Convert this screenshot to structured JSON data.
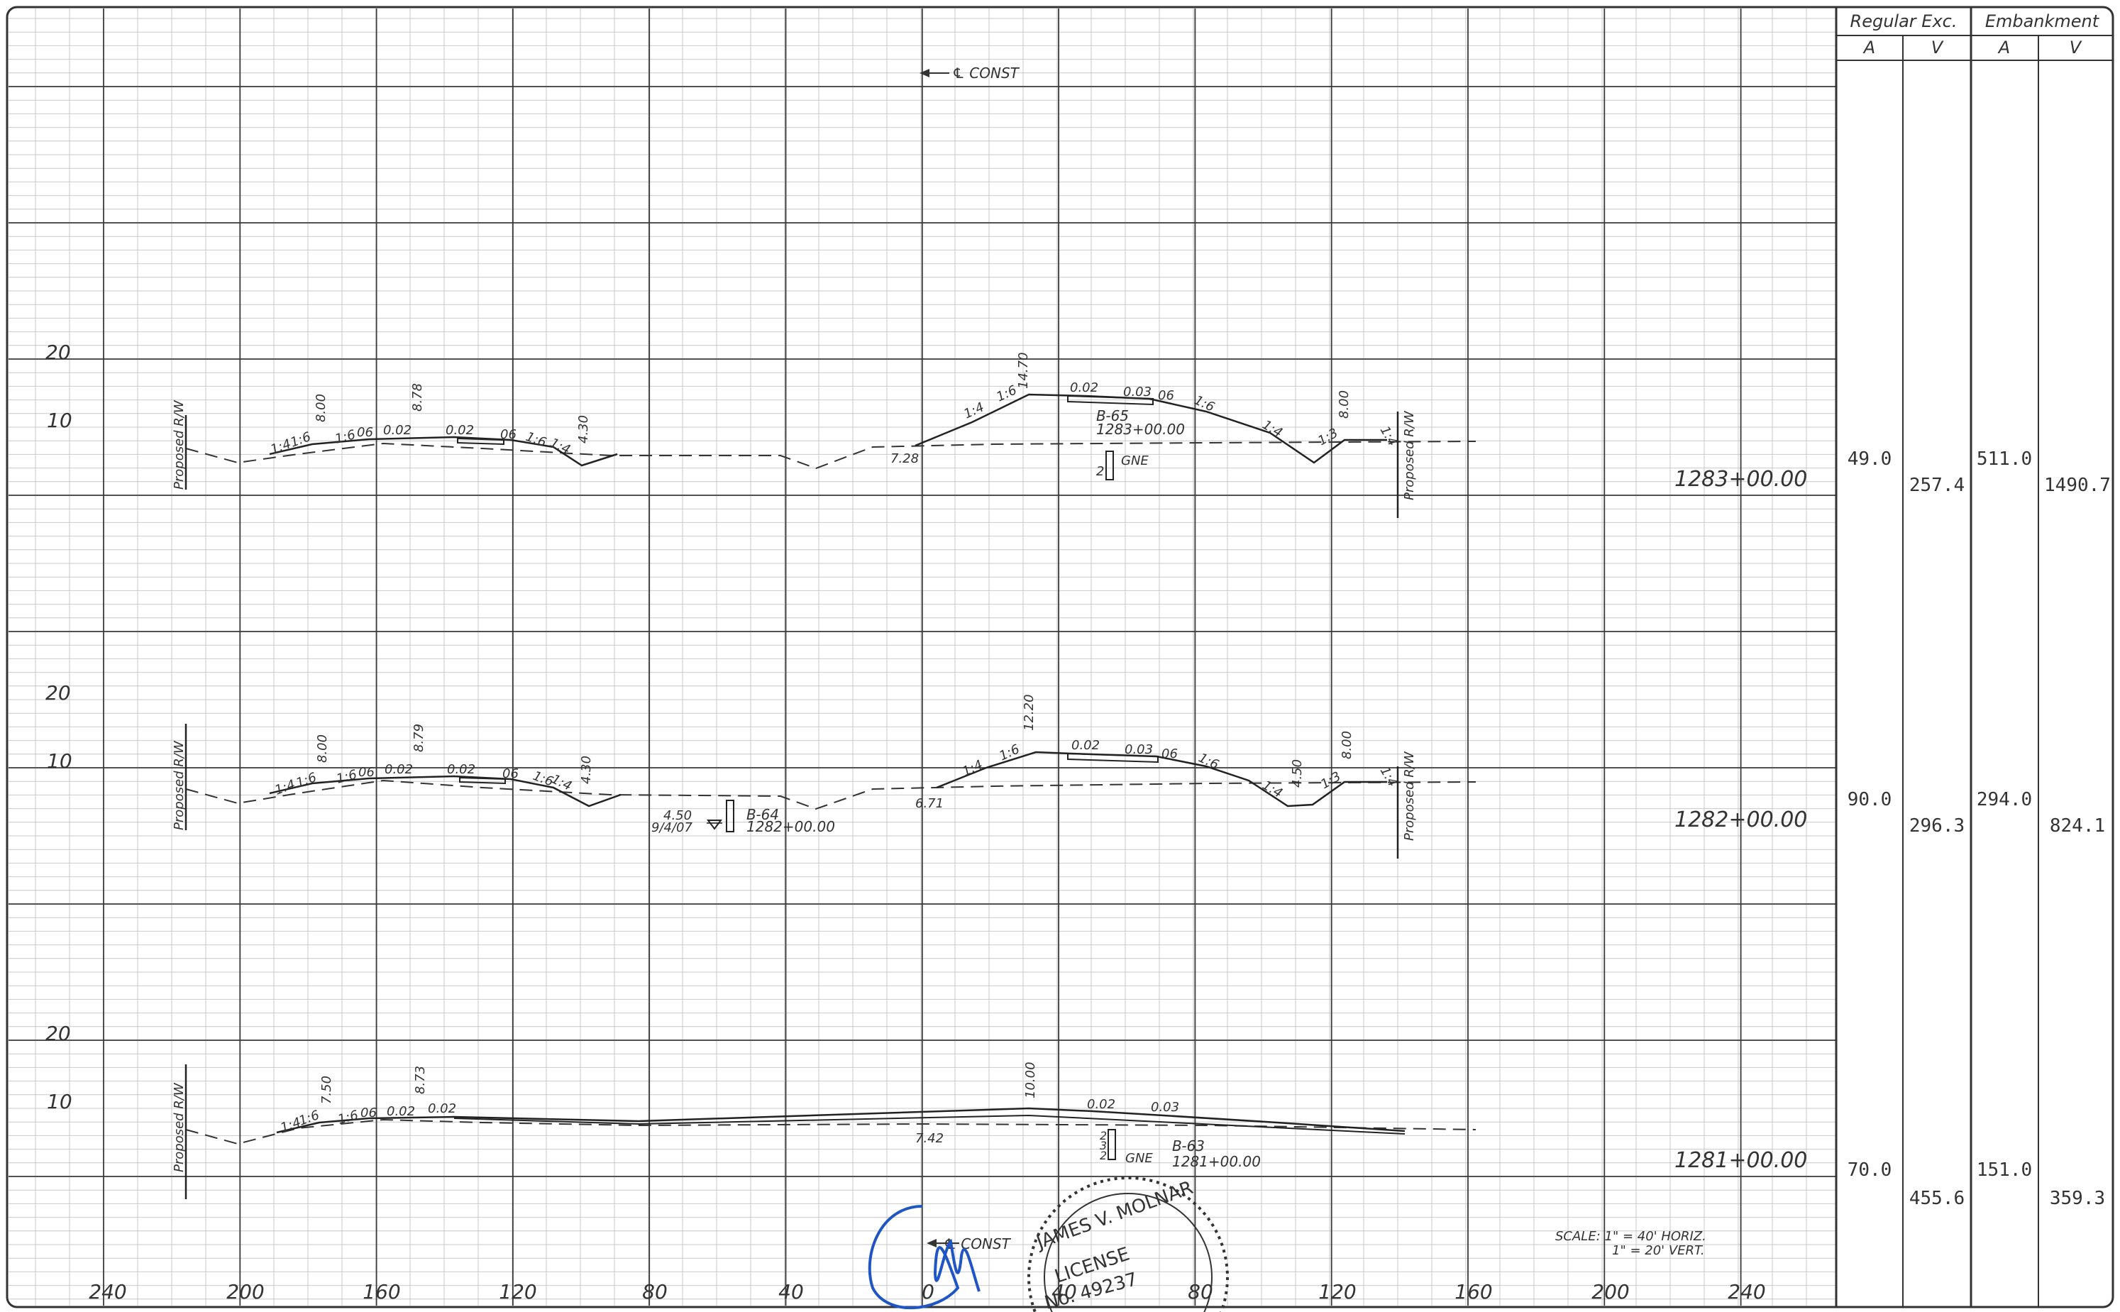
{
  "sheet": {
    "const_label": "℄ CONST",
    "scale": [
      "SCALE: 1\" = 40' HORIZ.",
      "1\" = 20' VERT."
    ],
    "elev_labels": [
      "20",
      "10"
    ],
    "x_offsets": [
      "240",
      "200",
      "160",
      "120",
      "80",
      "40",
      "0",
      "40",
      "80",
      "120",
      "160",
      "200",
      "240"
    ],
    "proposed_rw": "Proposed R/W",
    "colors": {
      "line": "#222222",
      "grid_minor": "#c9c9c9",
      "grid_major": "#3a3a3a",
      "stamp": "#1f56c4"
    }
  },
  "table": {
    "headers": {
      "regular": "Regular Exc.",
      "embankment": "Embankment"
    },
    "subheaders": [
      "A",
      "V",
      "A",
      "V"
    ]
  },
  "sections": [
    {
      "station": "1283+00.00",
      "areas": {
        "reg_a": "49.0",
        "reg_v": "257.4",
        "emb_a": "511.0",
        "emb_v": "1490.7"
      },
      "labels": [
        {
          "t": "1:4"
        },
        {
          "t": "1:6"
        },
        {
          "t": "8.00"
        },
        {
          "t": "1:6"
        },
        {
          "t": "06"
        },
        {
          "t": "0.02"
        },
        {
          "t": "8.78"
        },
        {
          "t": "0.02"
        },
        {
          "t": "06"
        },
        {
          "t": "1:6"
        },
        {
          "t": "1:4"
        },
        {
          "t": "4.30"
        },
        {
          "t": "7.28"
        },
        {
          "t": "1:4"
        },
        {
          "t": "1:6"
        },
        {
          "t": "14.70"
        },
        {
          "t": "0.02"
        },
        {
          "t": "0.03"
        },
        {
          "t": "06"
        },
        {
          "t": "1:6"
        },
        {
          "t": "1:4"
        },
        {
          "t": "8.00"
        },
        {
          "t": "1:3"
        },
        {
          "t": "1:4"
        }
      ],
      "boring": {
        "id": "B-65",
        "station": "1283+00.00",
        "gne": "GNE",
        "depth": "2"
      }
    },
    {
      "station": "1282+00.00",
      "areas": {
        "reg_a": "90.0",
        "reg_v": "296.3",
        "emb_a": "294.0",
        "emb_v": "824.1"
      },
      "labels": [
        {
          "t": "1:4"
        },
        {
          "t": "1:6"
        },
        {
          "t": "8.00"
        },
        {
          "t": "1:6"
        },
        {
          "t": "06"
        },
        {
          "t": "0.02"
        },
        {
          "t": "8.79"
        },
        {
          "t": "0.02"
        },
        {
          "t": "06"
        },
        {
          "t": "1:6"
        },
        {
          "t": "1:4"
        },
        {
          "t": "4.30"
        },
        {
          "t": "6.71"
        },
        {
          "t": "1:4"
        },
        {
          "t": "1:6"
        },
        {
          "t": "12.20"
        },
        {
          "t": "0.02"
        },
        {
          "t": "0.03"
        },
        {
          "t": "06"
        },
        {
          "t": "1:6"
        },
        {
          "t": "1:4"
        },
        {
          "t": "4.50"
        },
        {
          "t": "8.00"
        },
        {
          "t": "1:3"
        },
        {
          "t": "1:4"
        }
      ],
      "boring": {
        "id": "B-64",
        "station": "1282+00.00",
        "water_depth": "4.50",
        "water_date": "9/4/07"
      }
    },
    {
      "station": "1281+00.00",
      "areas": {
        "reg_a": "70.0",
        "reg_v": "455.6",
        "emb_a": "151.0",
        "emb_v": "359.3"
      },
      "labels": [
        {
          "t": "1:4"
        },
        {
          "t": "1:6"
        },
        {
          "t": "7.50"
        },
        {
          "t": "1:6"
        },
        {
          "t": "06"
        },
        {
          "t": "0.02"
        },
        {
          "t": "0.02"
        },
        {
          "t": "8.73"
        },
        {
          "t": "10.00"
        },
        {
          "t": "0.02"
        },
        {
          "t": "0.03"
        },
        {
          "t": "7.42"
        }
      ],
      "boring": {
        "id": "B-63",
        "station": "1281+00.00",
        "gne": "GNE",
        "depth1": "2",
        "depth2": "3",
        "depth3": "2"
      }
    }
  ],
  "stamp": {
    "name": "JAMES V. MOLNAR",
    "license": "LICENSE",
    "number": "No. 49237",
    "const_label": "℄ CONST"
  }
}
